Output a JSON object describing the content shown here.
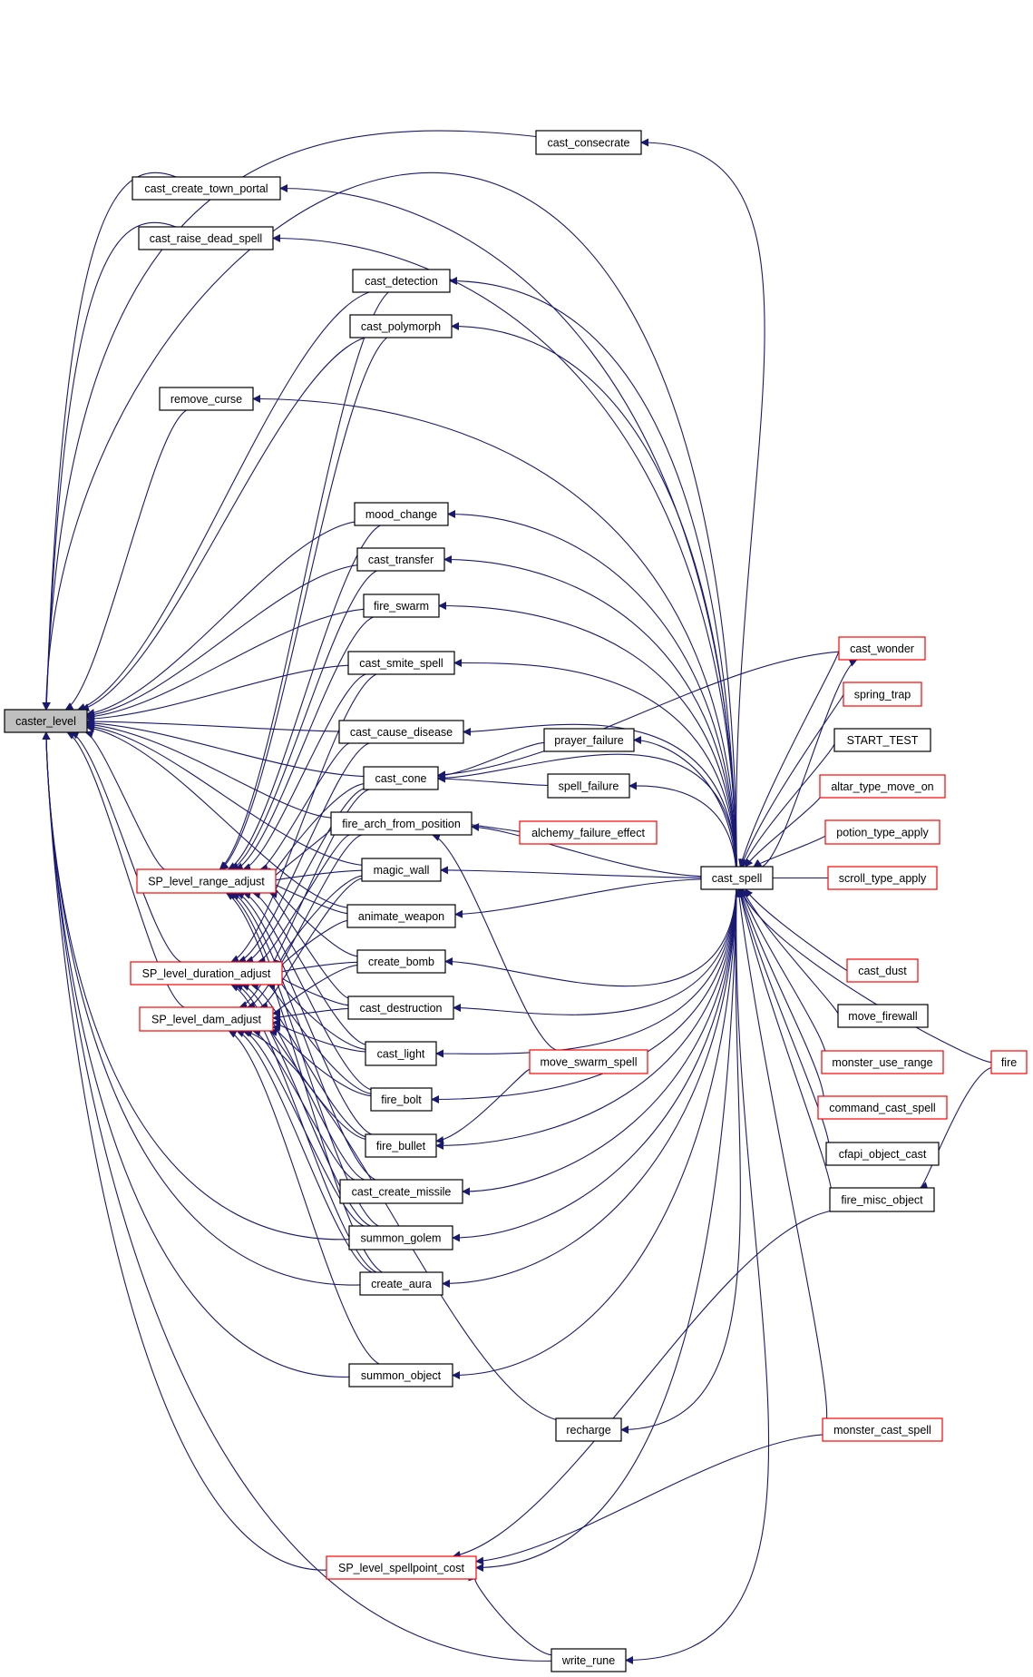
{
  "graph": {
    "type": "caller-graph",
    "root": "caster_level",
    "colors": {
      "edge": "#191970",
      "root_fill": "#bfbfbf",
      "node_border": "#000000",
      "truncated_border": "#ff0000",
      "node_fill": "#ffffff"
    },
    "nodes": [
      {
        "id": "caster_level",
        "label": "caster_level",
        "kind": "root"
      },
      {
        "id": "cast_consecrate",
        "label": "cast_consecrate",
        "kind": "normal"
      },
      {
        "id": "cast_create_town_portal",
        "label": "cast_create_town_portal",
        "kind": "normal"
      },
      {
        "id": "cast_raise_dead_spell",
        "label": "cast_raise_dead_spell",
        "kind": "normal"
      },
      {
        "id": "cast_detection",
        "label": "cast_detection",
        "kind": "normal"
      },
      {
        "id": "cast_polymorph",
        "label": "cast_polymorph",
        "kind": "normal"
      },
      {
        "id": "remove_curse",
        "label": "remove_curse",
        "kind": "normal"
      },
      {
        "id": "mood_change",
        "label": "mood_change",
        "kind": "normal"
      },
      {
        "id": "cast_transfer",
        "label": "cast_transfer",
        "kind": "normal"
      },
      {
        "id": "fire_swarm",
        "label": "fire_swarm",
        "kind": "normal"
      },
      {
        "id": "cast_smite_spell",
        "label": "cast_smite_spell",
        "kind": "normal"
      },
      {
        "id": "cast_cause_disease",
        "label": "cast_cause_disease",
        "kind": "normal"
      },
      {
        "id": "cast_cone",
        "label": "cast_cone",
        "kind": "normal"
      },
      {
        "id": "fire_arch_from_position",
        "label": "fire_arch_from_position",
        "kind": "normal"
      },
      {
        "id": "magic_wall",
        "label": "magic_wall",
        "kind": "normal"
      },
      {
        "id": "animate_weapon",
        "label": "animate_weapon",
        "kind": "normal"
      },
      {
        "id": "create_bomb",
        "label": "create_bomb",
        "kind": "normal"
      },
      {
        "id": "cast_destruction",
        "label": "cast_destruction",
        "kind": "normal"
      },
      {
        "id": "cast_light",
        "label": "cast_light",
        "kind": "normal"
      },
      {
        "id": "fire_bolt",
        "label": "fire_bolt",
        "kind": "normal"
      },
      {
        "id": "fire_bullet",
        "label": "fire_bullet",
        "kind": "normal"
      },
      {
        "id": "cast_create_missile",
        "label": "cast_create_missile",
        "kind": "normal"
      },
      {
        "id": "summon_golem",
        "label": "summon_golem",
        "kind": "normal"
      },
      {
        "id": "create_aura",
        "label": "create_aura",
        "kind": "normal"
      },
      {
        "id": "summon_object",
        "label": "summon_object",
        "kind": "normal"
      },
      {
        "id": "SP_level_range_adjust",
        "label": "SP_level_range_adjust",
        "kind": "truncated"
      },
      {
        "id": "SP_level_duration_adjust",
        "label": "SP_level_duration_adjust",
        "kind": "truncated"
      },
      {
        "id": "SP_level_dam_adjust",
        "label": "SP_level_dam_adjust",
        "kind": "truncated"
      },
      {
        "id": "SP_level_spellpoint_cost",
        "label": "SP_level_spellpoint_cost",
        "kind": "truncated"
      },
      {
        "id": "prayer_failure",
        "label": "prayer_failure",
        "kind": "normal"
      },
      {
        "id": "spell_failure",
        "label": "spell_failure",
        "kind": "normal"
      },
      {
        "id": "alchemy_failure_effect",
        "label": "alchemy_failure_effect",
        "kind": "truncated"
      },
      {
        "id": "move_swarm_spell",
        "label": "move_swarm_spell",
        "kind": "truncated"
      },
      {
        "id": "recharge",
        "label": "recharge",
        "kind": "normal"
      },
      {
        "id": "write_rune",
        "label": "write_rune",
        "kind": "normal"
      },
      {
        "id": "cast_spell",
        "label": "cast_spell",
        "kind": "normal"
      },
      {
        "id": "cast_wonder",
        "label": "cast_wonder",
        "kind": "truncated"
      },
      {
        "id": "spring_trap",
        "label": "spring_trap",
        "kind": "truncated"
      },
      {
        "id": "START_TEST",
        "label": "START_TEST",
        "kind": "normal"
      },
      {
        "id": "altar_type_move_on",
        "label": "altar_type_move_on",
        "kind": "truncated"
      },
      {
        "id": "potion_type_apply",
        "label": "potion_type_apply",
        "kind": "truncated"
      },
      {
        "id": "scroll_type_apply",
        "label": "scroll_type_apply",
        "kind": "truncated"
      },
      {
        "id": "cast_dust",
        "label": "cast_dust",
        "kind": "truncated"
      },
      {
        "id": "move_firewall",
        "label": "move_firewall",
        "kind": "normal"
      },
      {
        "id": "monster_use_range",
        "label": "monster_use_range",
        "kind": "truncated"
      },
      {
        "id": "command_cast_spell",
        "label": "command_cast_spell",
        "kind": "truncated"
      },
      {
        "id": "cfapi_object_cast",
        "label": "cfapi_object_cast",
        "kind": "normal"
      },
      {
        "id": "fire_misc_object",
        "label": "fire_misc_object",
        "kind": "normal"
      },
      {
        "id": "fire",
        "label": "fire",
        "kind": "truncated"
      },
      {
        "id": "monster_cast_spell",
        "label": "monster_cast_spell",
        "kind": "truncated"
      }
    ],
    "edges": [
      [
        "cast_spell",
        "caster_level"
      ],
      [
        "cast_consecrate",
        "caster_level"
      ],
      [
        "cast_create_town_portal",
        "caster_level"
      ],
      [
        "cast_raise_dead_spell",
        "caster_level"
      ],
      [
        "cast_detection",
        "caster_level"
      ],
      [
        "cast_polymorph",
        "caster_level"
      ],
      [
        "remove_curse",
        "caster_level"
      ],
      [
        "mood_change",
        "caster_level"
      ],
      [
        "cast_transfer",
        "caster_level"
      ],
      [
        "fire_swarm",
        "caster_level"
      ],
      [
        "cast_smite_spell",
        "caster_level"
      ],
      [
        "cast_cause_disease",
        "caster_level"
      ],
      [
        "cast_cone",
        "caster_level"
      ],
      [
        "fire_arch_from_position",
        "caster_level"
      ],
      [
        "magic_wall",
        "caster_level"
      ],
      [
        "animate_weapon",
        "caster_level"
      ],
      [
        "SP_level_range_adjust",
        "caster_level"
      ],
      [
        "SP_level_duration_adjust",
        "caster_level"
      ],
      [
        "SP_level_dam_adjust",
        "caster_level"
      ],
      [
        "summon_golem",
        "caster_level"
      ],
      [
        "create_aura",
        "caster_level"
      ],
      [
        "summon_object",
        "caster_level"
      ],
      [
        "SP_level_spellpoint_cost",
        "caster_level"
      ],
      [
        "write_rune",
        "caster_level"
      ],
      [
        "cast_detection",
        "SP_level_range_adjust"
      ],
      [
        "cast_polymorph",
        "SP_level_range_adjust"
      ],
      [
        "mood_change",
        "SP_level_range_adjust"
      ],
      [
        "cast_transfer",
        "SP_level_range_adjust"
      ],
      [
        "fire_swarm",
        "SP_level_range_adjust"
      ],
      [
        "cast_smite_spell",
        "SP_level_range_adjust"
      ],
      [
        "cast_cause_disease",
        "SP_level_range_adjust"
      ],
      [
        "cast_cone",
        "SP_level_range_adjust"
      ],
      [
        "fire_arch_from_position",
        "SP_level_range_adjust"
      ],
      [
        "magic_wall",
        "SP_level_range_adjust"
      ],
      [
        "animate_weapon",
        "SP_level_range_adjust"
      ],
      [
        "create_bomb",
        "SP_level_range_adjust"
      ],
      [
        "cast_destruction",
        "SP_level_range_adjust"
      ],
      [
        "cast_light",
        "SP_level_range_adjust"
      ],
      [
        "fire_bolt",
        "SP_level_range_adjust"
      ],
      [
        "fire_bullet",
        "SP_level_range_adjust"
      ],
      [
        "cast_create_missile",
        "SP_level_range_adjust"
      ],
      [
        "summon_golem",
        "SP_level_range_adjust"
      ],
      [
        "create_aura",
        "SP_level_range_adjust"
      ],
      [
        "cast_cone",
        "SP_level_duration_adjust"
      ],
      [
        "fire_arch_from_position",
        "SP_level_duration_adjust"
      ],
      [
        "magic_wall",
        "SP_level_duration_adjust"
      ],
      [
        "animate_weapon",
        "SP_level_duration_adjust"
      ],
      [
        "create_bomb",
        "SP_level_duration_adjust"
      ],
      [
        "cast_destruction",
        "SP_level_duration_adjust"
      ],
      [
        "cast_light",
        "SP_level_duration_adjust"
      ],
      [
        "fire_bolt",
        "SP_level_duration_adjust"
      ],
      [
        "fire_bullet",
        "SP_level_duration_adjust"
      ],
      [
        "cast_create_missile",
        "SP_level_duration_adjust"
      ],
      [
        "summon_golem",
        "SP_level_duration_adjust"
      ],
      [
        "create_aura",
        "SP_level_duration_adjust"
      ],
      [
        "cast_cause_disease",
        "SP_level_duration_adjust"
      ],
      [
        "cast_smite_spell",
        "SP_level_duration_adjust"
      ],
      [
        "cast_cone",
        "SP_level_dam_adjust"
      ],
      [
        "fire_arch_from_position",
        "SP_level_dam_adjust"
      ],
      [
        "magic_wall",
        "SP_level_dam_adjust"
      ],
      [
        "create_bomb",
        "SP_level_dam_adjust"
      ],
      [
        "cast_destruction",
        "SP_level_dam_adjust"
      ],
      [
        "cast_light",
        "SP_level_dam_adjust"
      ],
      [
        "fire_bolt",
        "SP_level_dam_adjust"
      ],
      [
        "fire_bullet",
        "SP_level_dam_adjust"
      ],
      [
        "cast_create_missile",
        "SP_level_dam_adjust"
      ],
      [
        "summon_golem",
        "SP_level_dam_adjust"
      ],
      [
        "create_aura",
        "SP_level_dam_adjust"
      ],
      [
        "summon_object",
        "SP_level_dam_adjust"
      ],
      [
        "recharge",
        "SP_level_dam_adjust"
      ],
      [
        "cast_spell",
        "SP_level_spellpoint_cost"
      ],
      [
        "monster_cast_spell",
        "SP_level_spellpoint_cost"
      ],
      [
        "fire_misc_object",
        "SP_level_spellpoint_cost"
      ],
      [
        "write_rune",
        "SP_level_spellpoint_cost"
      ],
      [
        "cast_spell",
        "cast_consecrate"
      ],
      [
        "cast_spell",
        "cast_create_town_portal"
      ],
      [
        "cast_spell",
        "cast_raise_dead_spell"
      ],
      [
        "cast_spell",
        "cast_detection"
      ],
      [
        "cast_spell",
        "cast_polymorph"
      ],
      [
        "cast_spell",
        "remove_curse"
      ],
      [
        "cast_spell",
        "mood_change"
      ],
      [
        "cast_spell",
        "cast_transfer"
      ],
      [
        "cast_spell",
        "fire_swarm"
      ],
      [
        "cast_spell",
        "cast_smite_spell"
      ],
      [
        "cast_spell",
        "cast_cause_disease"
      ],
      [
        "cast_spell",
        "cast_cone"
      ],
      [
        "cast_wonder",
        "cast_cone"
      ],
      [
        "prayer_failure",
        "cast_cone"
      ],
      [
        "spell_failure",
        "cast_cone"
      ],
      [
        "cast_spell",
        "fire_arch_from_position"
      ],
      [
        "alchemy_failure_effect",
        "fire_arch_from_position"
      ],
      [
        "move_swarm_spell",
        "fire_arch_from_position"
      ],
      [
        "cast_spell",
        "magic_wall"
      ],
      [
        "cast_spell",
        "animate_weapon"
      ],
      [
        "cast_spell",
        "create_bomb"
      ],
      [
        "cast_spell",
        "cast_destruction"
      ],
      [
        "cast_spell",
        "cast_light"
      ],
      [
        "cast_spell",
        "fire_bolt"
      ],
      [
        "cast_spell",
        "fire_bullet"
      ],
      [
        "move_swarm_spell",
        "fire_bullet"
      ],
      [
        "cast_spell",
        "cast_create_missile"
      ],
      [
        "cast_spell",
        "summon_golem"
      ],
      [
        "cast_spell",
        "create_aura"
      ],
      [
        "cast_spell",
        "summon_object"
      ],
      [
        "cast_spell",
        "recharge"
      ],
      [
        "cast_spell",
        "write_rune"
      ],
      [
        "cast_spell",
        "prayer_failure"
      ],
      [
        "cast_spell",
        "spell_failure"
      ],
      [
        "cast_spell",
        "cast_wonder"
      ],
      [
        "cast_wonder",
        "cast_spell"
      ],
      [
        "spring_trap",
        "cast_spell"
      ],
      [
        "START_TEST",
        "cast_spell"
      ],
      [
        "altar_type_move_on",
        "cast_spell"
      ],
      [
        "potion_type_apply",
        "cast_spell"
      ],
      [
        "scroll_type_apply",
        "cast_spell"
      ],
      [
        "cast_dust",
        "cast_spell"
      ],
      [
        "move_firewall",
        "cast_spell"
      ],
      [
        "monster_use_range",
        "cast_spell"
      ],
      [
        "command_cast_spell",
        "cast_spell"
      ],
      [
        "cfapi_object_cast",
        "cast_spell"
      ],
      [
        "fire_misc_object",
        "cast_spell"
      ],
      [
        "fire",
        "cast_spell"
      ],
      [
        "monster_cast_spell",
        "cast_spell"
      ],
      [
        "fire",
        "fire_misc_object"
      ]
    ]
  }
}
